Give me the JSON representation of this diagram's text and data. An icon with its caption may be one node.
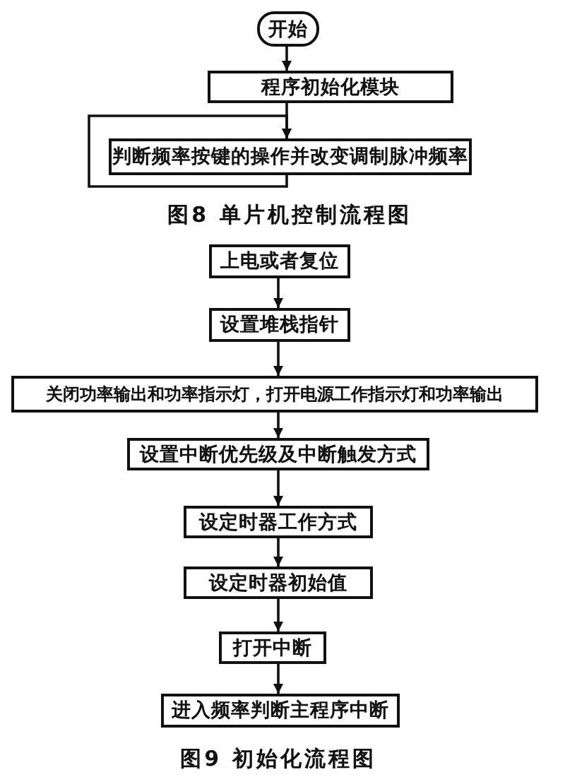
{
  "diagram": {
    "nodes": [
      {
        "text": [
          "开始"
        ]
      },
      {
        "text": [
          "程序初始化模块"
        ]
      },
      {
        "text": [
          "判断频率按键的操作并改变调制脉冲频率"
        ]
      },
      {
        "text": [
          "上电或者复位"
        ]
      },
      {
        "text": [
          "设置堆栈指针"
        ]
      },
      {
        "text": [
          "关闭功率输出和功率指示灯，打开电源工作指示灯和功率输出"
        ]
      },
      {
        "text": [
          "设置中断优先级及中断触发方式"
        ]
      },
      {
        "text": [
          "设定时器工作方式"
        ]
      },
      {
        "text": [
          "设定时器初始值"
        ]
      },
      {
        "text": [
          "打开中断"
        ]
      },
      {
        "text": [
          "进入频率判断主程序中断"
        ]
      }
    ],
    "edges": [
      {
        "from": 0,
        "to": 1,
        "arrow": "to"
      },
      {
        "from": 1,
        "to": 2,
        "arrow": "to"
      },
      {
        "from": 2,
        "to": 2,
        "arrow": "to"
      },
      {
        "from": 3,
        "to": 4,
        "arrow": "to"
      },
      {
        "from": 4,
        "to": 5,
        "arrow": "to"
      },
      {
        "from": 5,
        "to": 6,
        "arrow": "to"
      },
      {
        "from": 6,
        "to": 7,
        "arrow": "to"
      },
      {
        "from": 7,
        "to": 8,
        "arrow": "to"
      },
      {
        "from": 8,
        "to": 9,
        "arrow": "to"
      },
      {
        "from": 9,
        "to": 10,
        "arrow": "to"
      }
    ],
    "labels": [
      "图8 单片机控制流程图",
      "图9 初始化流程图"
    ]
  }
}
